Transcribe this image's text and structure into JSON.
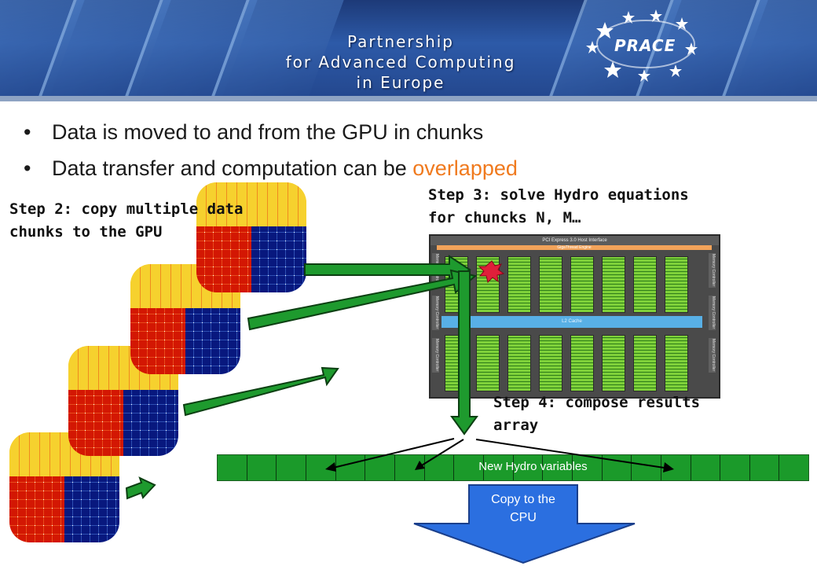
{
  "header": {
    "title_lines": [
      "Partnership",
      "for Advanced Computing",
      "in Europe"
    ],
    "logo_text": "PRACE"
  },
  "bullets": {
    "line1": "Data is moved to and from the GPU in chunks",
    "line2_prefix": "Data transfer and computation can be ",
    "line2_highlight": "overlapped"
  },
  "steps": {
    "step2": [
      "Step 2: copy multiple data",
      "chunks to the GPU"
    ],
    "step3": [
      "Step 3: solve Hydro equations",
      "for chuncks N, M…"
    ],
    "step4": [
      "Step 4: compose results",
      "array"
    ]
  },
  "gpu": {
    "header_text": "PCI Express 3.0 Host Interface",
    "band_text": "GigaThread Engine",
    "cache_text": "L2 Cache",
    "memory_controller_text": "Memory Controller"
  },
  "results_array": {
    "label": "New Hydro variables",
    "cell_count": 20
  },
  "copy_arrow": {
    "label_lines": [
      "Copy to the",
      "CPU"
    ]
  },
  "colors": {
    "highlight": "#f07a1e",
    "arrow_green": "#1e9a2e",
    "arrow_blue": "#2b6fe0",
    "header_blue": "#24488f"
  }
}
